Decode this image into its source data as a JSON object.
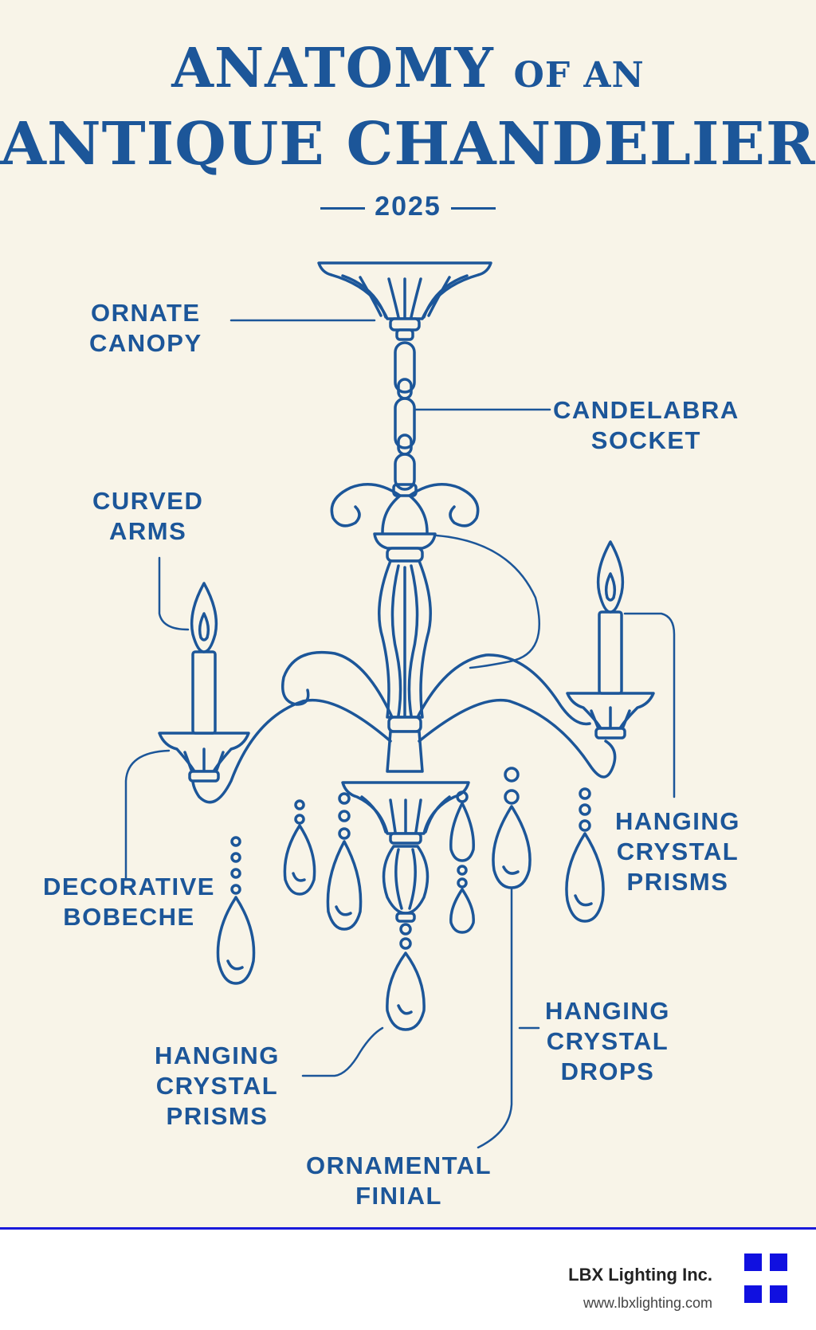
{
  "title": {
    "line1_main": "ANATOMY",
    "line1_small": "OF AN",
    "line2": "ANTIQUE CHANDELIER"
  },
  "year": "2025",
  "labels": {
    "ornate_canopy": [
      "ORNATE",
      "CANOPY"
    ],
    "candelabra_socket": [
      "CANDELABRA",
      "SOCKET"
    ],
    "curved_arms": [
      "CURVED",
      "ARMS"
    ],
    "decorative_bobeche": [
      "DECORATIVE",
      "BOBECHE"
    ],
    "hanging_crystal_prisms_right": [
      "HANGING",
      "CRYSTAL",
      "PRISMS"
    ],
    "hanging_crystal_prisms_bottom": [
      "HANGING",
      "CRYSTAL",
      "PRISMS"
    ],
    "hanging_crystal_drops": [
      "HANGING",
      "CRYSTAL",
      "DROPS"
    ],
    "ornamental_finial": [
      "ORNAMENTAL",
      "FINIAL"
    ]
  },
  "footer": {
    "company": "LBX Lighting Inc.",
    "url": "www.lbxlighting.com"
  },
  "colors": {
    "ink": "#1c5699",
    "background": "#f8f4e8",
    "logo": "#1010e0"
  }
}
